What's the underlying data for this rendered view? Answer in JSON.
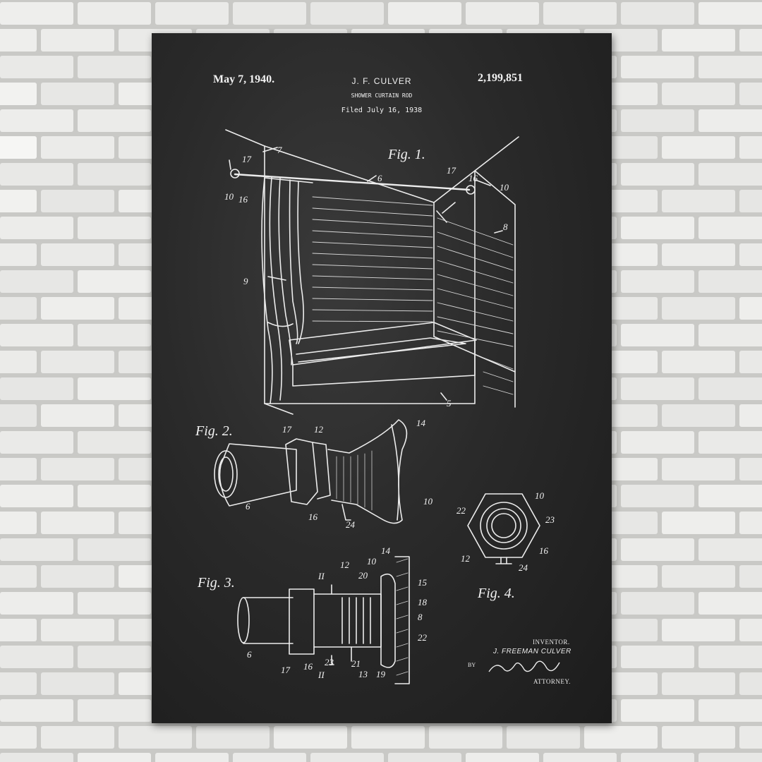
{
  "header": {
    "date": "May 7, 1940.",
    "inventor": "J. F. CULVER",
    "patent_number": "2,199,851",
    "title": "SHOWER CURTAIN ROD",
    "filed": "Filed July 16, 1938"
  },
  "figures": {
    "fig1": "Fig. 1.",
    "fig2": "Fig. 2.",
    "fig3": "Fig. 3.",
    "fig4": "Fig. 4."
  },
  "refs": {
    "fig1": [
      "17",
      "7",
      "10",
      "16",
      "6",
      "9",
      "17",
      "16",
      "10",
      "8",
      "5"
    ],
    "fig2": [
      "17",
      "12",
      "14",
      "6",
      "16",
      "24",
      "10"
    ],
    "fig3": [
      "II",
      "12",
      "10",
      "14",
      "20",
      "15",
      "18",
      "8",
      "22",
      "6",
      "17",
      "16",
      "23",
      "21",
      "13",
      "19",
      "II"
    ],
    "fig4": [
      "10",
      "22",
      "23",
      "16",
      "12",
      "24"
    ]
  },
  "signature": {
    "inventor_label": "INVENTOR.",
    "inventor_name": "J. FREEMAN CULVER",
    "by": "BY",
    "attorney_label": "ATTORNEY."
  },
  "colors": {
    "wall": "#e9e9e7",
    "mortar": "#c9c9c6",
    "chalkboard": "#2a2a2a",
    "chalk": "#f2f2f2"
  }
}
